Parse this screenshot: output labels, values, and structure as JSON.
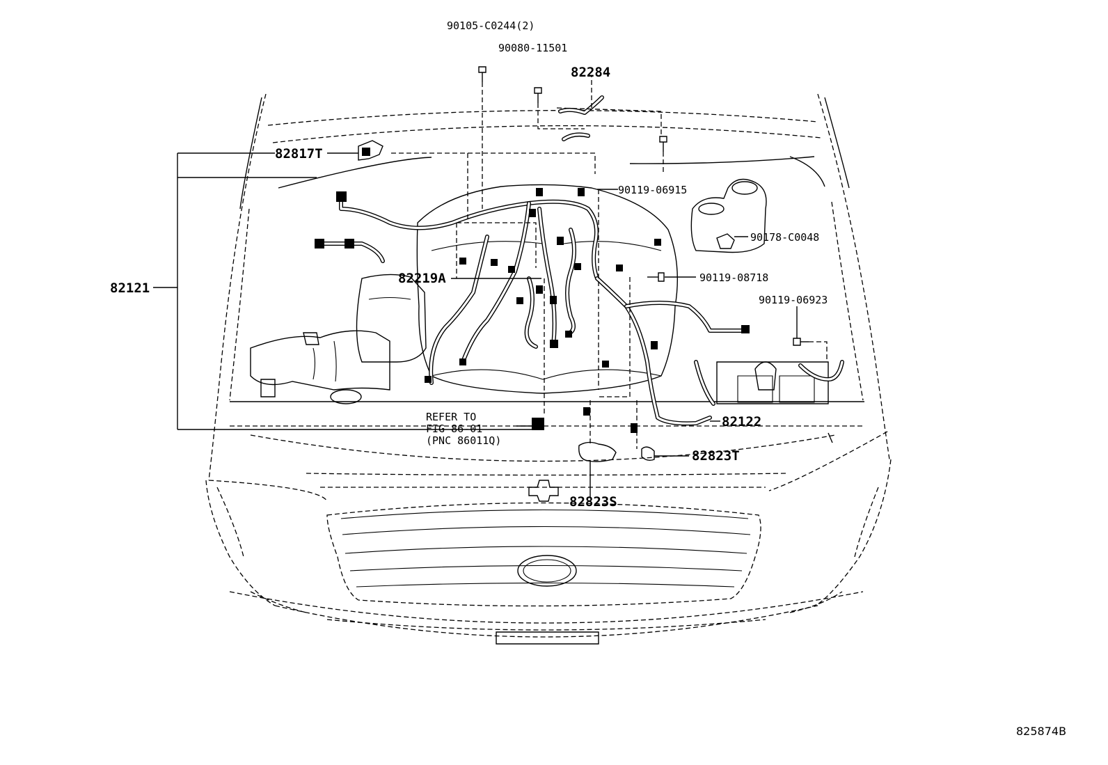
{
  "diagram_id": "825874B",
  "labels": {
    "p90105": "90105-C0244(2)",
    "p90080": "90080-11501",
    "p82284": "82284",
    "p82817T": "82817T",
    "p90119_06915": "90119-06915",
    "p90178": "90178-C0048",
    "p82121": "82121",
    "p82219A": "82219A",
    "p90119_08718": "90119-08718",
    "p90119_06923": "90119-06923",
    "ref_line1": "REFER TO",
    "ref_line2": "FIG 86-01",
    "ref_line3": "(PNC 86011Q)",
    "p82122": "82122",
    "p82823T": "82823T",
    "p82823S": "82823S"
  }
}
